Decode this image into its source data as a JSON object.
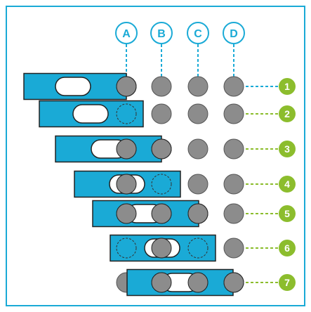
{
  "columns": [
    {
      "label": "A"
    },
    {
      "label": "B"
    },
    {
      "label": "C"
    },
    {
      "label": "D"
    }
  ],
  "rows": [
    {
      "label": "1",
      "slot_covers": [
        "A"
      ],
      "window_centered_on": null
    },
    {
      "label": "2",
      "slot_covers": [
        "A"
      ],
      "window_centered_on": null
    },
    {
      "label": "3",
      "slot_covers": [
        "A",
        "B"
      ],
      "window_centered_on": null
    },
    {
      "label": "4",
      "slot_covers": [
        "A",
        "B"
      ],
      "window_centered_on": "A"
    },
    {
      "label": "5",
      "slot_covers": [
        "A",
        "B",
        "C"
      ],
      "window_centered_on": null
    },
    {
      "label": "6",
      "slot_covers": [
        "A",
        "B",
        "C"
      ],
      "window_centered_on": "B"
    },
    {
      "label": "7",
      "slot_covers": [
        "A",
        "B",
        "C",
        "D"
      ],
      "window_centered_on": null
    }
  ],
  "colors": {
    "frame": "#1aaad6",
    "slider_fill": "#1aaad6",
    "slider_stroke": "#222222",
    "hole_fill": "#8c8c8c",
    "hole_stroke": "#555555",
    "row_badge": "#8cbd2d",
    "row_leader": "#8cbd2d",
    "column_marker": "#1aaad6",
    "window_fill": "#ffffff"
  }
}
